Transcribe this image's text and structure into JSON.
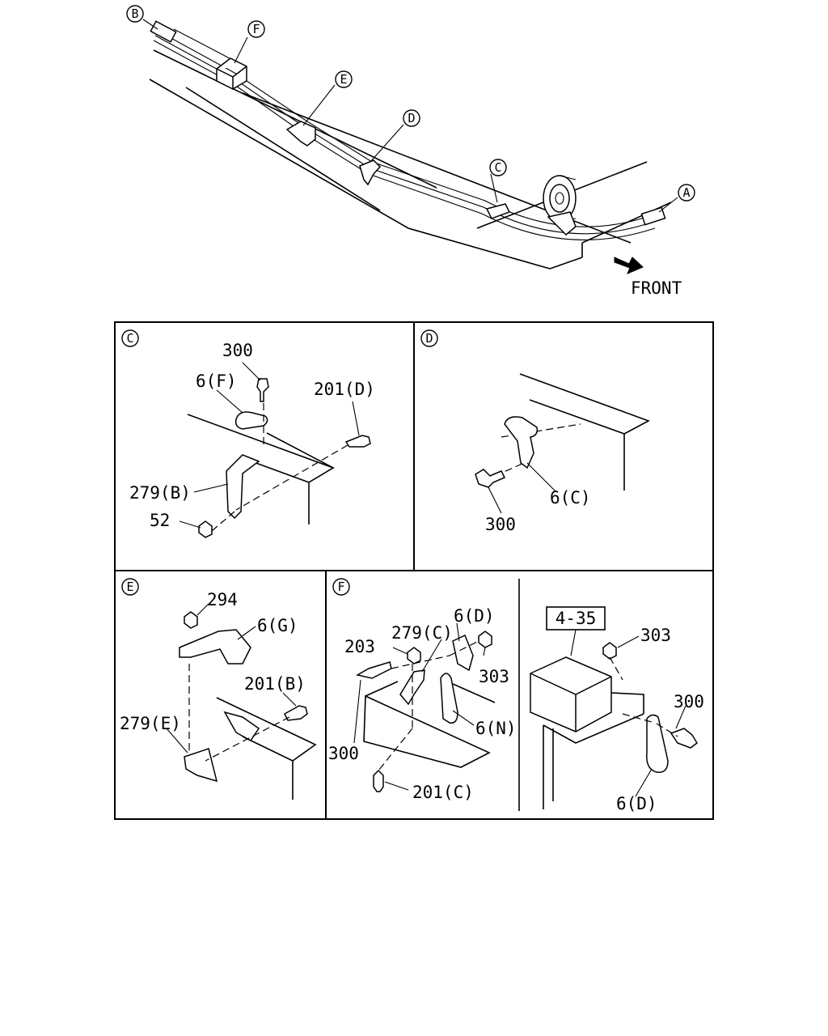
{
  "overview": {
    "callouts": [
      "B",
      "F",
      "E",
      "D",
      "C",
      "A"
    ],
    "front_label": "FRONT"
  },
  "detail_c": {
    "letter": "C",
    "labels": [
      "300",
      "6(F)",
      "201(D)",
      "279(B)",
      "52"
    ]
  },
  "detail_d": {
    "letter": "D",
    "labels": [
      "6(C)",
      "300"
    ]
  },
  "detail_e": {
    "letter": "E",
    "labels": [
      "294",
      "6(G)",
      "201(B)",
      "279(E)"
    ]
  },
  "detail_f": {
    "letter": "F",
    "labels": [
      "6(D)",
      "279(C)",
      "203",
      "303",
      "6(N)",
      "300",
      "201(C)"
    ]
  },
  "detail_f2": {
    "ref_box": "4-35",
    "labels": [
      "303",
      "300",
      "6(D)"
    ]
  }
}
